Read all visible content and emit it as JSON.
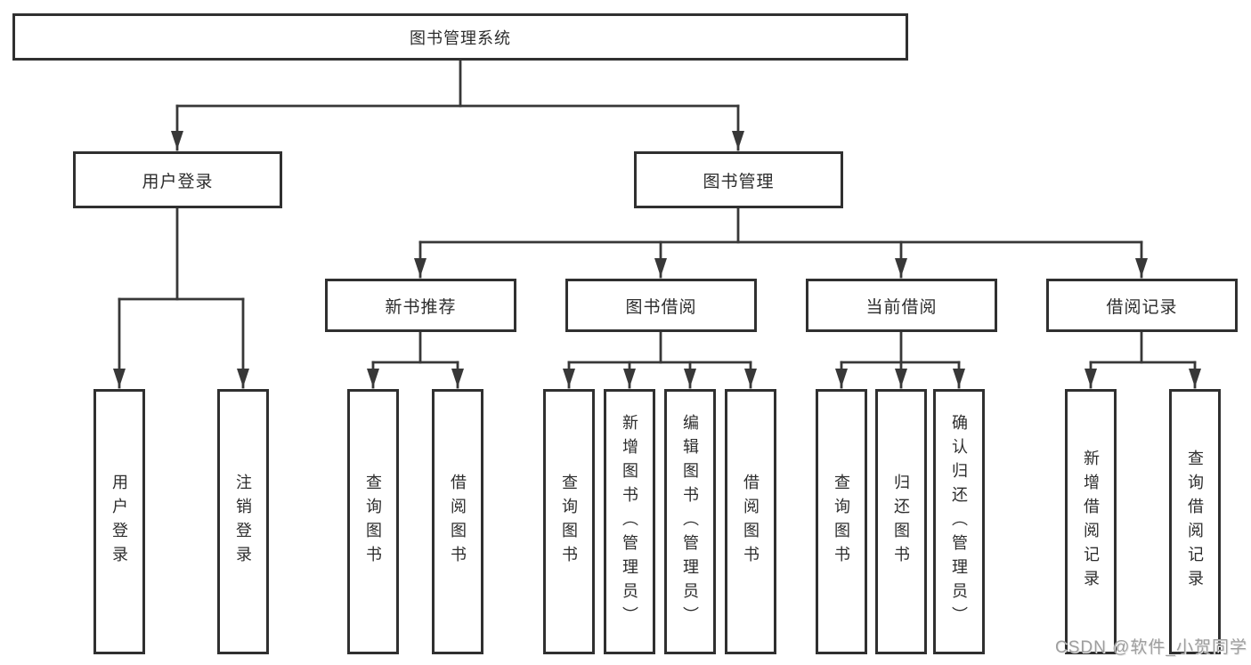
{
  "tree": {
    "label": "图书管理系统",
    "children": [
      {
        "label": "用户登录",
        "children": [
          {
            "label": "用户登录"
          },
          {
            "label": "注销登录"
          }
        ]
      },
      {
        "label": "图书管理",
        "children": [
          {
            "label": "新书推荐",
            "children": [
              {
                "label": "查询图书"
              },
              {
                "label": "借阅图书"
              }
            ]
          },
          {
            "label": "图书借阅",
            "children": [
              {
                "label": "查询图书"
              },
              {
                "label": "新增图书（管理员）"
              },
              {
                "label": "编辑图书（管理员）"
              },
              {
                "label": "借阅图书"
              }
            ]
          },
          {
            "label": "当前借阅",
            "children": [
              {
                "label": "查询图书"
              },
              {
                "label": "归还图书"
              },
              {
                "label": "确认归还（管理员）"
              }
            ]
          },
          {
            "label": "借阅记录",
            "children": [
              {
                "label": "新增借阅记录"
              },
              {
                "label": "查询借阅记录"
              }
            ]
          }
        ]
      }
    ]
  },
  "watermark": {
    "text": "CSDN @软件_小贺同学"
  },
  "colors": {
    "background": "#ffffff",
    "box_border": "#303030",
    "line": "#383838",
    "text": "#2d2d2d",
    "watermark_text": "#9e9e9e"
  }
}
